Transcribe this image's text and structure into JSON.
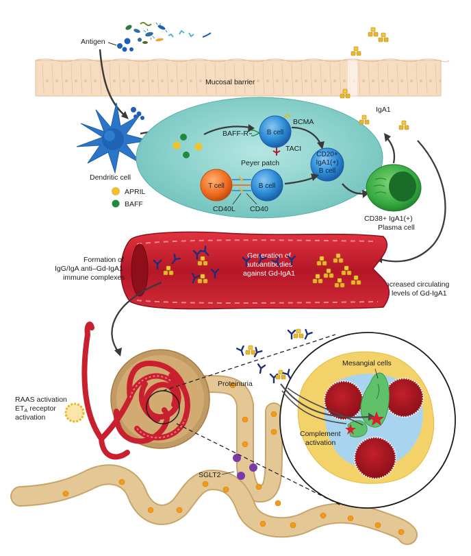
{
  "labels": {
    "antigen": "Antigen",
    "mucosal_barrier": "Mucosal barrier",
    "dendritic_cell": "Dendritic cell",
    "april": "APRIL",
    "baff": "BAFF",
    "baff_r": "BAFF-R",
    "b_cell_top": "B cell",
    "bcma": "BCMA",
    "taci": "TACI",
    "peyer_patch": "Peyer patch",
    "t_cell": "T cell",
    "b_cell_bottom": "B cell",
    "cd40l": "CD40L",
    "cd40": "CD40",
    "cd20_line1": "CD20+",
    "cd20_line2": "IgA1(+)",
    "cd20_line3": "B cell",
    "iga1": "IgA1",
    "plasma_line1": "CD38+ IgA1(+)",
    "plasma_line2": "Plasma cell",
    "formation_line1": "Formation of",
    "formation_line2": "IgG/IgA anti–Gd-IgA1",
    "formation_line3": "immune complexes",
    "generation_line1": "Generation of",
    "generation_line2": "autoantibodies",
    "generation_line3": "against Gd-IgA1",
    "increased_line1": "Increased circulating",
    "increased_line2": "levels of Gd-IgA1",
    "raas_line1": "RAAS activation",
    "eta_prefix": "ET",
    "eta_sub": "A",
    "eta_suffix": " receptor",
    "raas_line3": "activation",
    "proteinuria": "Proteinuria",
    "sglt2": "SGLT2",
    "mesangial": "Mesangial cells",
    "complement_line1": "Complement",
    "complement_line2": "activation"
  },
  "colors": {
    "april": "#f2c12e",
    "baff": "#1e8a3c",
    "vessel": "#c8202f",
    "peyer": "#86cfc9",
    "bcell": "#2f8fd8",
    "tcell": "#ef6a1f",
    "plasma": "#3cb043",
    "kidney": "#c29a63",
    "tubule": "#e3c896",
    "mucosa": "#f6dcc0"
  },
  "icons": [
    "antigen-bacteria-icon",
    "antibody-icon",
    "dendritic-cell-icon",
    "kidney-icon",
    "glomerulus-icon"
  ]
}
